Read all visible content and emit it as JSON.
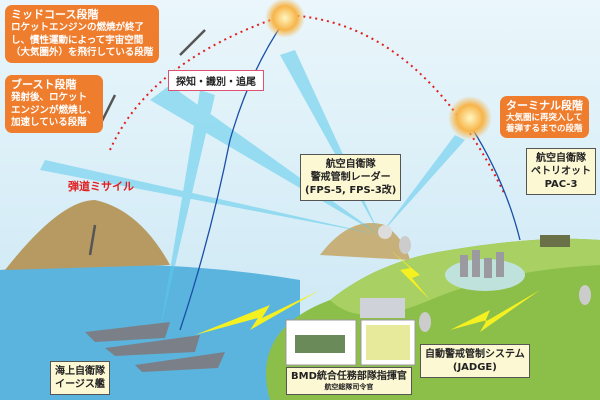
{
  "midcourse": {
    "title": "ミッドコース段階",
    "desc": [
      "ロケットエンジンの燃焼が終了",
      "し、慣性運動によって宇宙空間",
      "（大気圏外）を飛行している段階"
    ]
  },
  "boost": {
    "title": "ブースト段階",
    "desc": [
      "発射後、ロケット",
      "エンジンが燃焼し、",
      "加速している段階"
    ]
  },
  "detect_label": "探知・識別・追尾",
  "missile_label": "弾道ミサイル",
  "radar": {
    "lines": [
      "航空自衛隊",
      "警戒管制レーダー",
      "(FPS-5, FPS-3改)"
    ]
  },
  "terminal": {
    "title": "ターミナル段階",
    "desc": [
      "大気圏に再突入して",
      "着弾するまでの段階"
    ]
  },
  "pac3": {
    "lines": [
      "航空自衛隊",
      "ペトリオット",
      "PAC-3"
    ]
  },
  "aegis": {
    "lines": [
      "海上自衛隊",
      "イージス艦"
    ]
  },
  "jadge": {
    "lines": [
      "自動警戒管制システム",
      "(JADGE)"
    ]
  },
  "bmd": {
    "title": "BMD統合任務部隊指揮官",
    "sub": "航空総隊司令官"
  },
  "colors": {
    "orange": "#ef7d2e",
    "trajectory": "#e02020",
    "sky": "#d8eef8",
    "sea": "#5ab4de",
    "land": "#8cbf4a"
  }
}
